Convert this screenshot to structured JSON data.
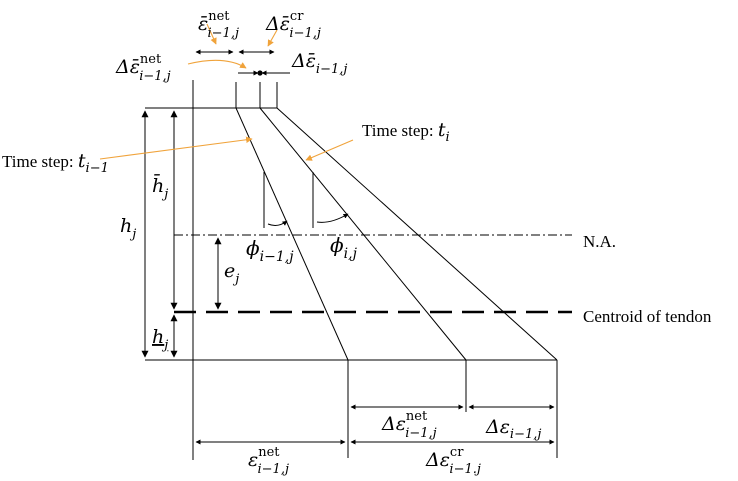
{
  "annotations": {
    "top_net_symbol": "ε̄",
    "top_net_sup": "net",
    "top_net_sub": "i−1,j",
    "top_cr_symbol": "Δε̄",
    "top_cr_sup": "cr",
    "top_cr_sub": "i−1,j",
    "left_net_symbol": "Δε̄",
    "left_net_sup": "net",
    "left_net_sub": "i−1,j",
    "right_delta_symbol": "Δε̄",
    "right_delta_sub": "i−1,j",
    "time_step_prev_text": "Time step: ",
    "time_step_prev_var": "t",
    "time_step_prev_sub": "i−1",
    "time_step_curr_text": "Time step: ",
    "time_step_curr_var": "t",
    "time_step_curr_sub": "i",
    "phi_prev": "ϕ",
    "phi_prev_sub": "i−1,j",
    "phi_curr": "ϕ",
    "phi_curr_sub": "i,j",
    "h": "h",
    "h_sub": "j",
    "hbar": "h̄",
    "hbar_sub": "j",
    "hunder": "h",
    "hunder_sub": "j",
    "e": "e",
    "e_sub": "j",
    "na_label": "N.A.",
    "centroid_label": "Centroid of tendon",
    "bot_net_symbol": "ε",
    "bot_net_sup": "net",
    "bot_net_sub": "i−1,j",
    "bot_cr_symbol": "Δε",
    "bot_cr_sup": "cr",
    "bot_cr_sub": "i−1.j",
    "mid_net_symbol": "Δε",
    "mid_net_sup": "net",
    "mid_net_sub": "i−1,j",
    "mid_delta_symbol": "Δε",
    "mid_delta_sub": "i−1,j"
  },
  "colors": {
    "leader": "#F0A33B",
    "line": "#000000"
  }
}
